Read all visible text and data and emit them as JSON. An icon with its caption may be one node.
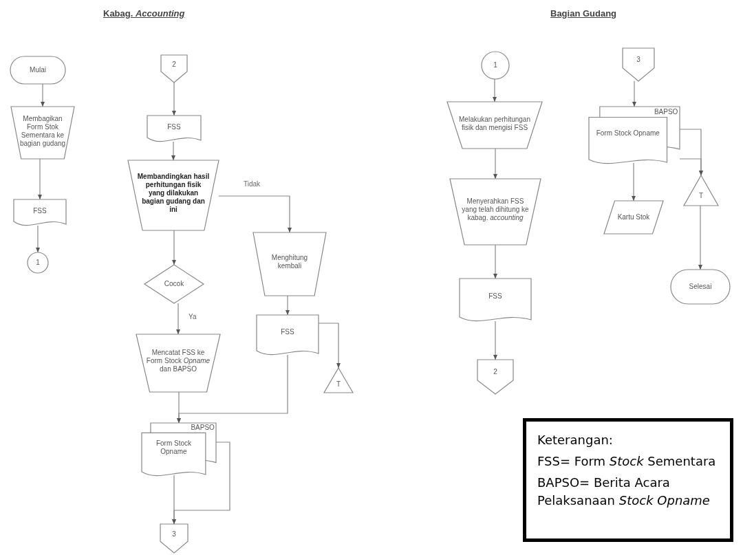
{
  "diagram": {
    "nodes": [
      {
        "text": [
          "Mulai"
        ]
      },
      {
        "text": [
          "Membagikan Form Stok Sementara ke bagian gudang"
        ]
      },
      {
        "text": [
          "FSS"
        ]
      },
      {
        "text": [
          "1"
        ]
      },
      {
        "text": [
          "2"
        ]
      },
      {
        "text": [
          "FSS"
        ]
      },
      {
        "text": [
          "Membandingkan hasil perhitungan fisik yang dilakukan bagian gudang dan ini"
        ]
      },
      {
        "text": [
          "Cocok"
        ]
      },
      {
        "text": [
          "Mencatat FSS ke Form Stock *Opname* dan BAPSO"
        ]
      },
      {
        "text": [
          "Menghitung kembali"
        ]
      },
      {
        "text": [
          "FSS"
        ]
      },
      {
        "text": [
          "T"
        ]
      },
      {
        "text": [
          "BAPSO",
          "Form Stock Opname"
        ]
      },
      {
        "text": [
          "3"
        ]
      },
      {
        "text": [
          "1"
        ]
      },
      {
        "text": [
          "Melakukan perhitungan fisik dan mengisi FSS"
        ]
      },
      {
        "text": [
          "Menyerahkan FSS yang telah dihitung ke kabag. *accounting*"
        ]
      },
      {
        "text": [
          "FSS"
        ]
      },
      {
        "text": [
          "2"
        ]
      },
      {
        "text": [
          "3"
        ]
      },
      {
        "text": [
          "BAPSO",
          "Form Stock Opname"
        ]
      },
      {
        "text": [
          "Kartu Stok"
        ]
      },
      {
        "text": [
          "T"
        ]
      },
      {
        "text": [
          "Selesai"
        ]
      }
    ],
    "edges": [
      {
        "from": 0,
        "to": 1,
        "arrow": "to"
      },
      {
        "from": 1,
        "to": 2,
        "arrow": "to"
      },
      {
        "from": 2,
        "to": 3,
        "arrow": "to"
      },
      {
        "from": 4,
        "to": 5,
        "arrow": "to"
      },
      {
        "from": 5,
        "to": 6,
        "arrow": "to"
      },
      {
        "from": 6,
        "to": 7,
        "arrow": "to"
      },
      {
        "from": 6,
        "to": 9,
        "arrow": "to",
        "label": "Tidak"
      },
      {
        "from": 7,
        "to": 8,
        "arrow": "to",
        "label": "Ya"
      },
      {
        "from": 9,
        "to": 10,
        "arrow": "to"
      },
      {
        "from": 10,
        "to": 11,
        "arrow": "to"
      },
      {
        "from": 8,
        "to": 12,
        "arrow": "to"
      },
      {
        "from": 10,
        "to": 12,
        "arrow": "to"
      },
      {
        "from": 12,
        "to": 13,
        "arrow": "to"
      },
      {
        "from": 12,
        "to": 13,
        "arrow": "to"
      },
      {
        "from": 14,
        "to": 15,
        "arrow": "to"
      },
      {
        "from": 15,
        "to": 16,
        "arrow": "to"
      },
      {
        "from": 16,
        "to": 17,
        "arrow": "to"
      },
      {
        "from": 17,
        "to": 18,
        "arrow": "to"
      },
      {
        "from": 19,
        "to": 20,
        "arrow": "to"
      },
      {
        "from": 20,
        "to": 21,
        "arrow": "to"
      },
      {
        "from": 20,
        "to": 22,
        "arrow": "to"
      },
      {
        "from": 20,
        "to": 22,
        "arrow": "to"
      },
      {
        "from": 22,
        "to": 23,
        "arrow": "to"
      }
    ],
    "labels": [
      "Kabag. *Accounting*",
      "Bagian Gudang",
      "Keterangan:",
      "FSS= Form *Stock* Sementara",
      "BAPSO= Berita Acara Pelaksanaan *Stock Opname*"
    ]
  }
}
